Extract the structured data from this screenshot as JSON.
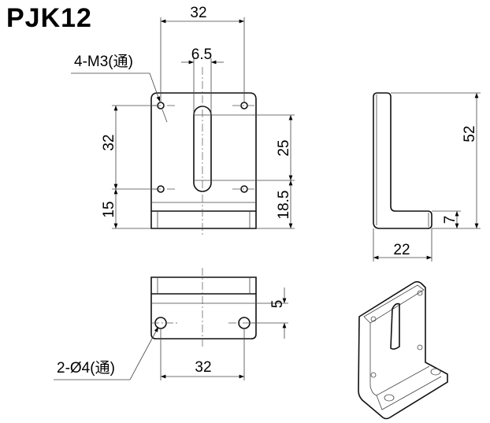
{
  "title": "PJK12",
  "front_view": {
    "width_label": "32",
    "slot_width_label": "6.5",
    "hole_callout": "4-M3(通)",
    "hole_spacing_label": "32",
    "base_height_label": "15",
    "slot_length_label": "25",
    "slot_offset_label": "18.5"
  },
  "side_view": {
    "height_label": "52",
    "foot_thickness_label": "7",
    "depth_label": "22"
  },
  "bottom_view": {
    "hole_callout": "2-Ø4(通)",
    "hole_spacing_label": "32",
    "hole_offset_label": "5"
  }
}
